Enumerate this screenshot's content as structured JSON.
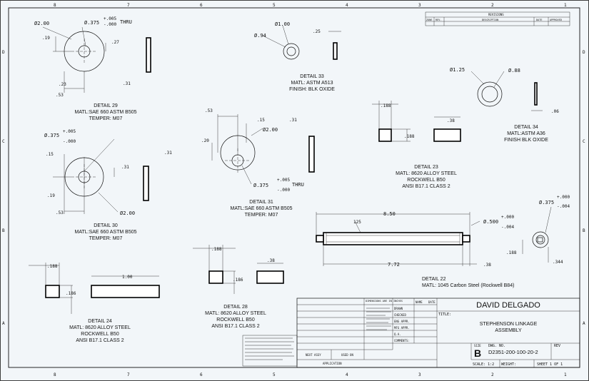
{
  "revisions": {
    "title": "REVISIONS",
    "headers": [
      "ZONE",
      "REV.",
      "DESCRIPTION",
      "DATE",
      "APPROVED"
    ]
  },
  "details": {
    "d29": {
      "title": "DETAIL 29",
      "matl": "MATL:SAE 660 ASTM B505",
      "temper": "TEMPER: M07",
      "dims": [
        "Ø2.00",
        "Ø.375",
        "+.005",
        "-.000",
        "THRU",
        ".19",
        ".27",
        ".23",
        ".53",
        ".31"
      ]
    },
    "d33": {
      "title": "DETAIL 33",
      "matl": "MATL: ASTM A513",
      "finish": "FINISH: BLK OXIDE",
      "dims": [
        "Ø1.00",
        "Ø.94",
        ".25"
      ]
    },
    "d34": {
      "title": "DETAIL 34",
      "matl": "MATL:ASTM A36",
      "finish": "FINISH BLK OXIDE",
      "dims": [
        "Ø1.25",
        "Ø.88",
        ".06"
      ]
    },
    "d30": {
      "title": "DETAIL 30",
      "matl": "MATL:SAE 660 ASTM B505",
      "temper": "TEMPER: M07",
      "dims": [
        "Ø.375",
        "+.005",
        "-.000",
        ".15",
        ".31",
        ".31",
        ".19",
        ".53",
        "Ø2.00"
      ]
    },
    "d31": {
      "title": "DETAIL 31",
      "matl": "MATL:SAE 660 ASTM B505",
      "temper": "TEMPER: M07",
      "dims": [
        ".53",
        ".15",
        "Ø2.00",
        ".20",
        ".31",
        "Ø.375",
        "+.005",
        "-.000",
        "THRU"
      ]
    },
    "d23": {
      "title": "DETAIL 23",
      "matl": "MATL: 8620 ALLOY STEEL",
      "hard": "ROCKWELL B50",
      "ansi": "ANSI B17.1 CLASS 2",
      "dims": [
        ".188",
        ".188",
        ".38"
      ]
    },
    "d22": {
      "title": "DETAIL 22",
      "matl": "MATL: 1045 Carbon Steel (Rockwell B84)",
      "dims": [
        "8.50",
        "125",
        "Ø.500",
        "+.000",
        "-.004",
        "7.72",
        ".38",
        "Ø.375",
        "+.000",
        "-.004",
        ".188",
        ".344"
      ]
    },
    "d24": {
      "title": "DETAIL 24",
      "matl": "MATL: 8620 ALLOY STEEL",
      "hard": "ROCKWELL B50",
      "ansi": "ANSI B17.1 CLASS 2",
      "dims": [
        ".188",
        ".186",
        "1.00"
      ]
    },
    "d28": {
      "title": "DETAIL 28",
      "matl": "MATL: 8620 ALLOY STEEL",
      "hard": "ROCKWELL B50",
      "ansi": "ANSI B17.1 CLASS 2",
      "dims": [
        ".188",
        ".186",
        ".38"
      ]
    }
  },
  "title_block": {
    "unless_note": "DIMENSIONS ARE IN INCHES",
    "drawn": "DRAWN",
    "checked": "CHECKED",
    "eng_appr": "ENG APPR.",
    "mfg_appr": "MFG APPR.",
    "qa": "Q.A.",
    "comments": "COMMENTS:",
    "name_hdr": "NAME",
    "date_hdr": "DATE",
    "next_assy": "NEXT ASSY",
    "used_on": "USED ON",
    "application": "APPLICATION",
    "company": "DAVID DELGADO",
    "title_label": "TITLE:",
    "title_line1": "STEPHENSON LINKAGE",
    "title_line2": "ASSEMBLY",
    "size_label": "SIZE",
    "size": "B",
    "dwg_label": "DWG. NO.",
    "dwg_no": "D2351-200-100-20-2",
    "rev_label": "REV",
    "scale": "SCALE: 1:2",
    "weight": "WEIGHT:",
    "sheet": "SHEET 1 OF 1"
  },
  "zones": {
    "top": [
      "8",
      "7",
      "6",
      "5",
      "4",
      "3",
      "2",
      "1"
    ],
    "side": [
      "D",
      "C",
      "B",
      "A"
    ]
  }
}
